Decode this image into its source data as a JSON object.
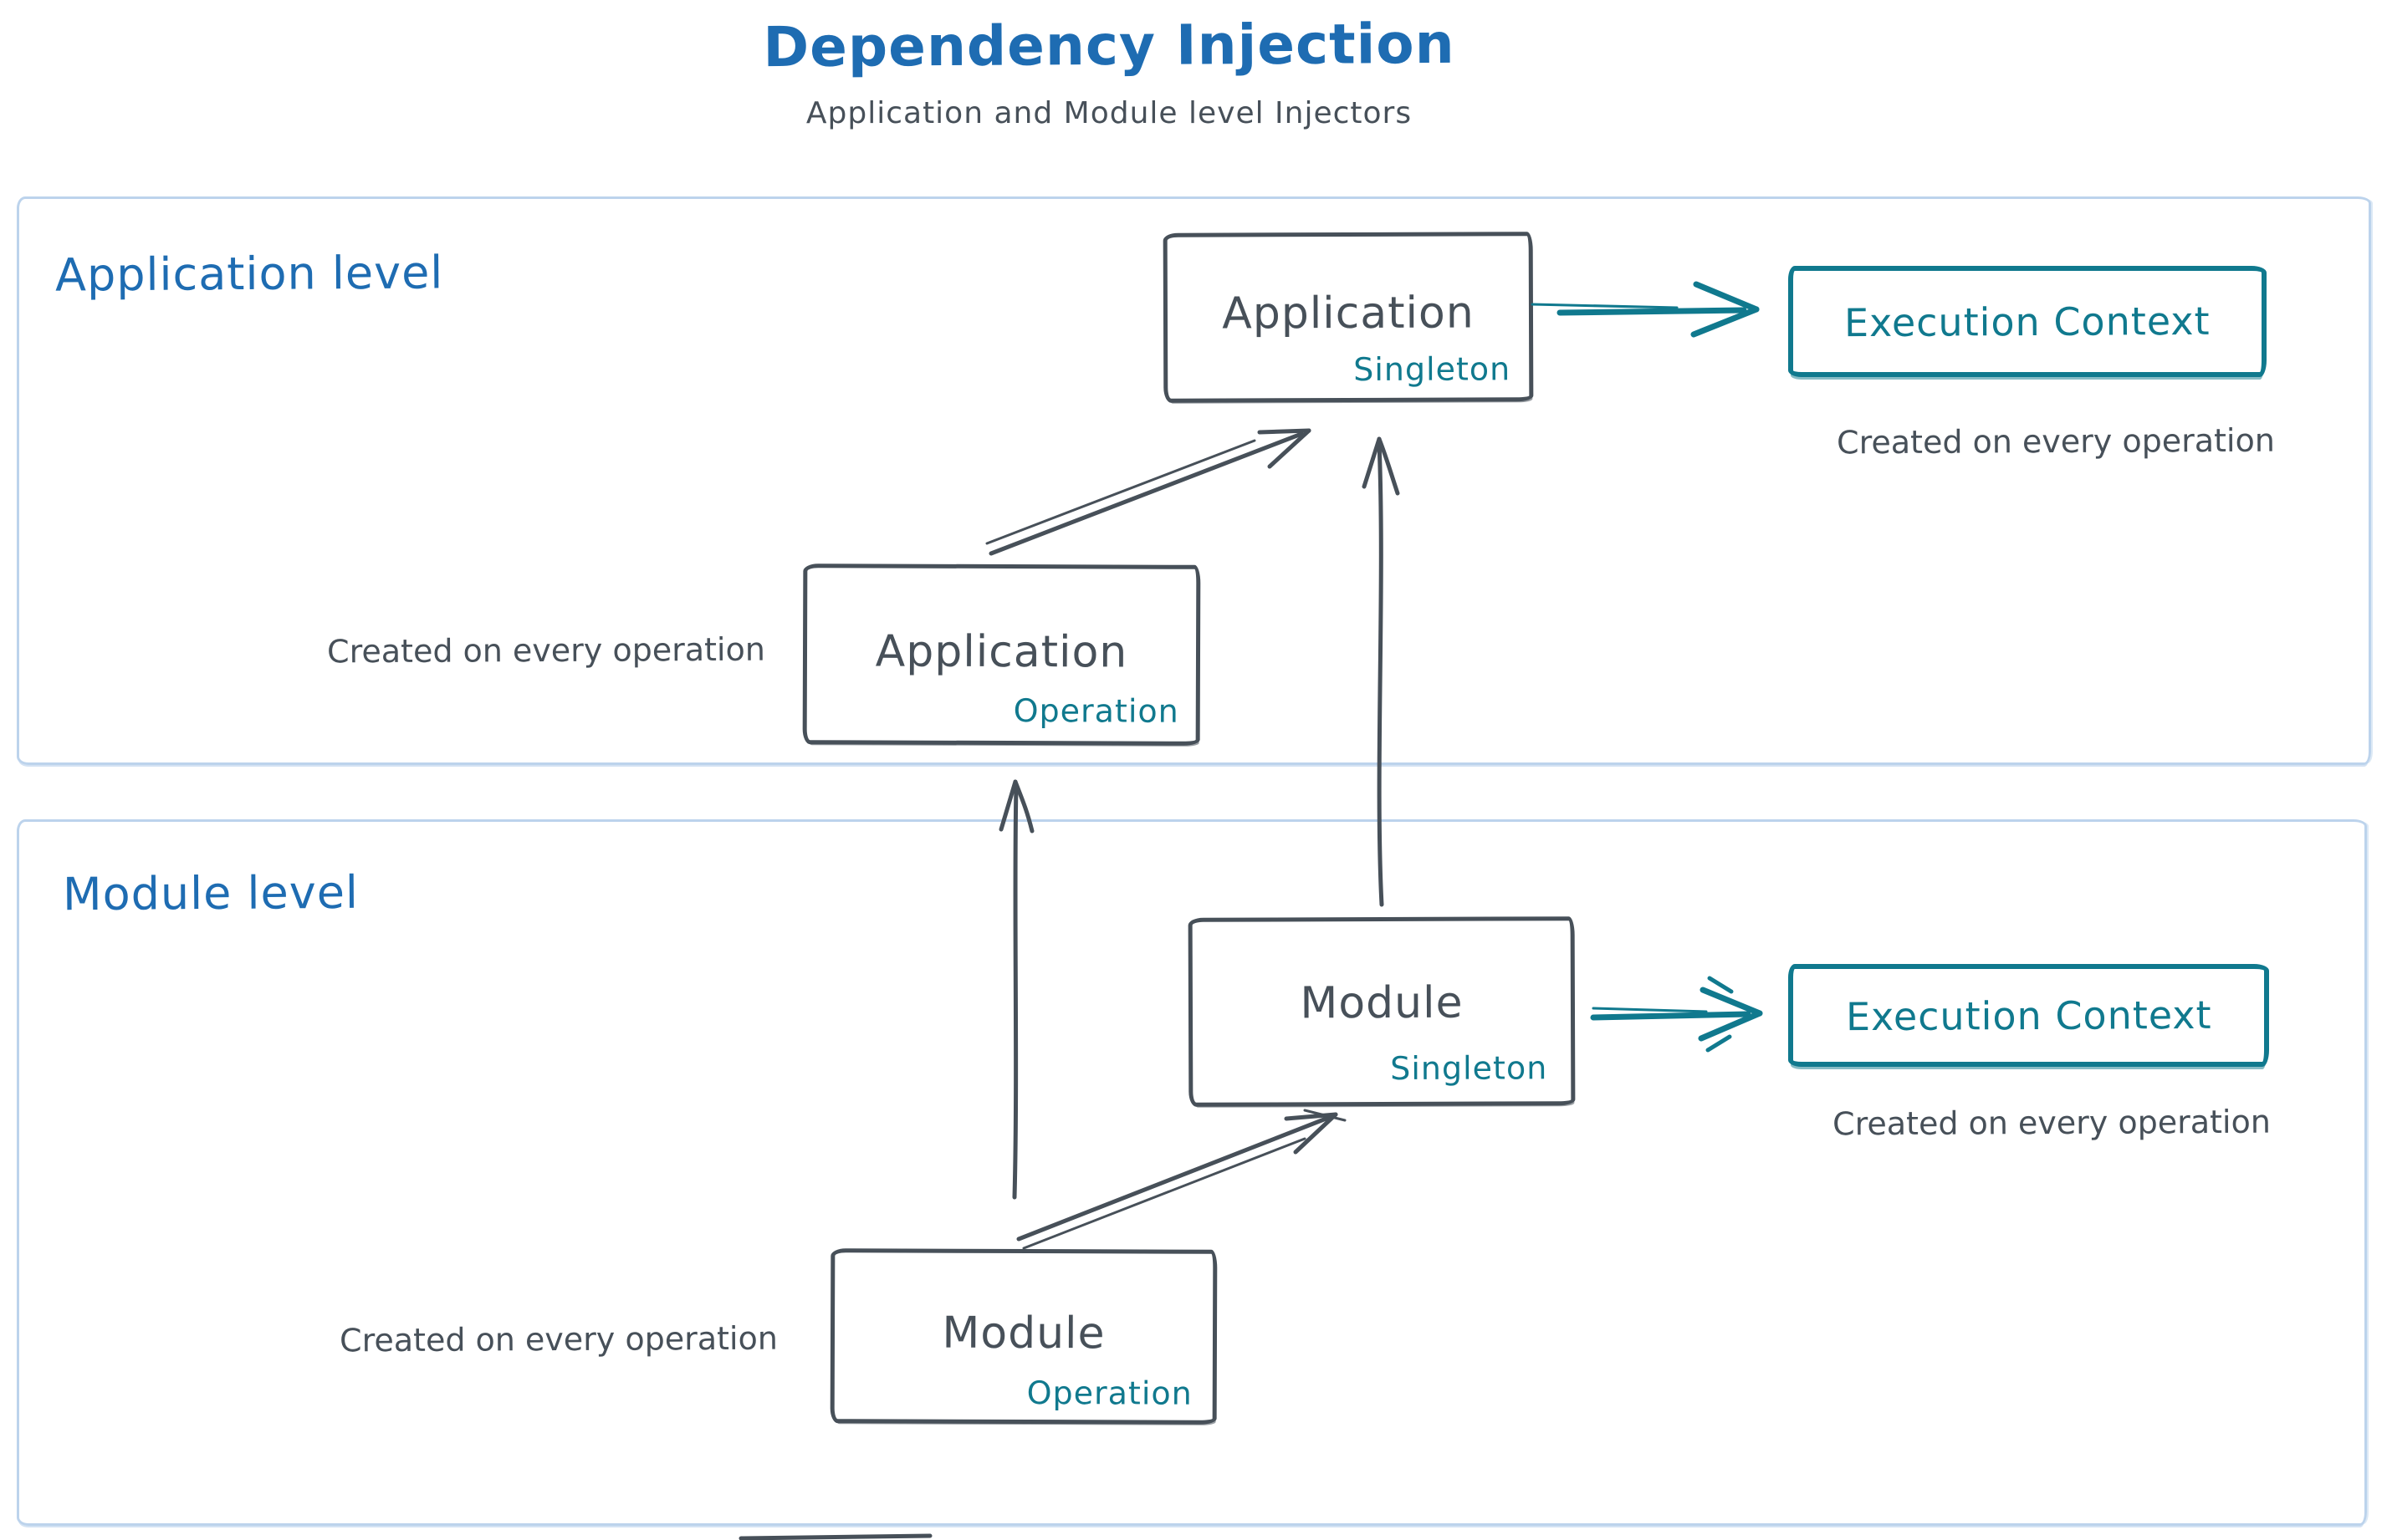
{
  "colors": {
    "blue": "#1e6cb2",
    "teal": "#10798e",
    "slate": "#475059",
    "cborder": "#bcd3ec",
    "bg": "#ffffff"
  },
  "header": {
    "title": "Dependency Injection",
    "subtitle": "Application and Module level Injectors"
  },
  "sections": {
    "application": {
      "label": "Application level",
      "nodes": {
        "singleton": {
          "title": "Application",
          "tag": "Singleton"
        },
        "operation": {
          "title": "Application",
          "tag": "Operation"
        },
        "execution_context": {
          "title": "Execution Context"
        }
      },
      "captions": {
        "execution_context": "Created on every operation",
        "operation": "Created on every operation"
      }
    },
    "module": {
      "label": "Module level",
      "nodes": {
        "singleton": {
          "title": "Module",
          "tag": "Singleton"
        },
        "operation": {
          "title": "Module",
          "tag": "Operation"
        },
        "execution_context": {
          "title": "Execution Context"
        }
      },
      "captions": {
        "execution_context": "Created on every operation",
        "operation": "Created on every operation"
      }
    }
  }
}
